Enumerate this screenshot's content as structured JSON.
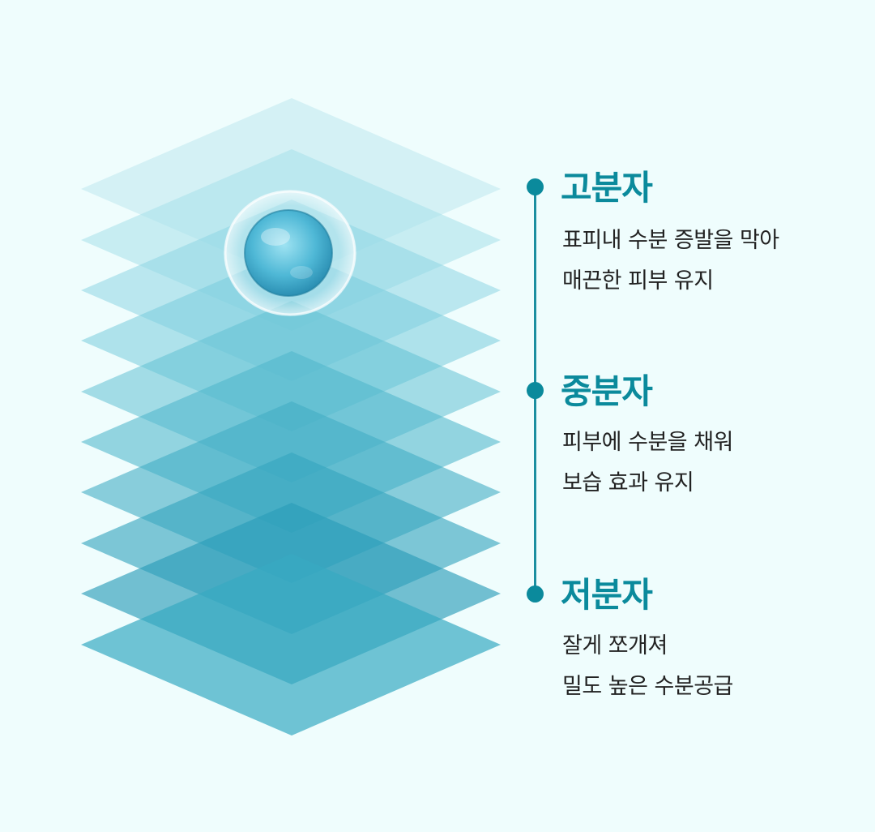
{
  "molecules": [
    {
      "title": "고분자",
      "lines": [
        "표피내 수분 증발을 막아",
        "매끈한 피부 유지"
      ]
    },
    {
      "title": "중분자",
      "lines": [
        "피부에 수분을 채워",
        "보습 효과 유지"
      ]
    },
    {
      "title": "저분자",
      "lines": [
        "잘게 쪼개져",
        "밀도 높은 수분공급"
      ]
    }
  ],
  "colors": {
    "background": "#effdfd",
    "accent": "#0b8a9c",
    "text": "#222222"
  }
}
